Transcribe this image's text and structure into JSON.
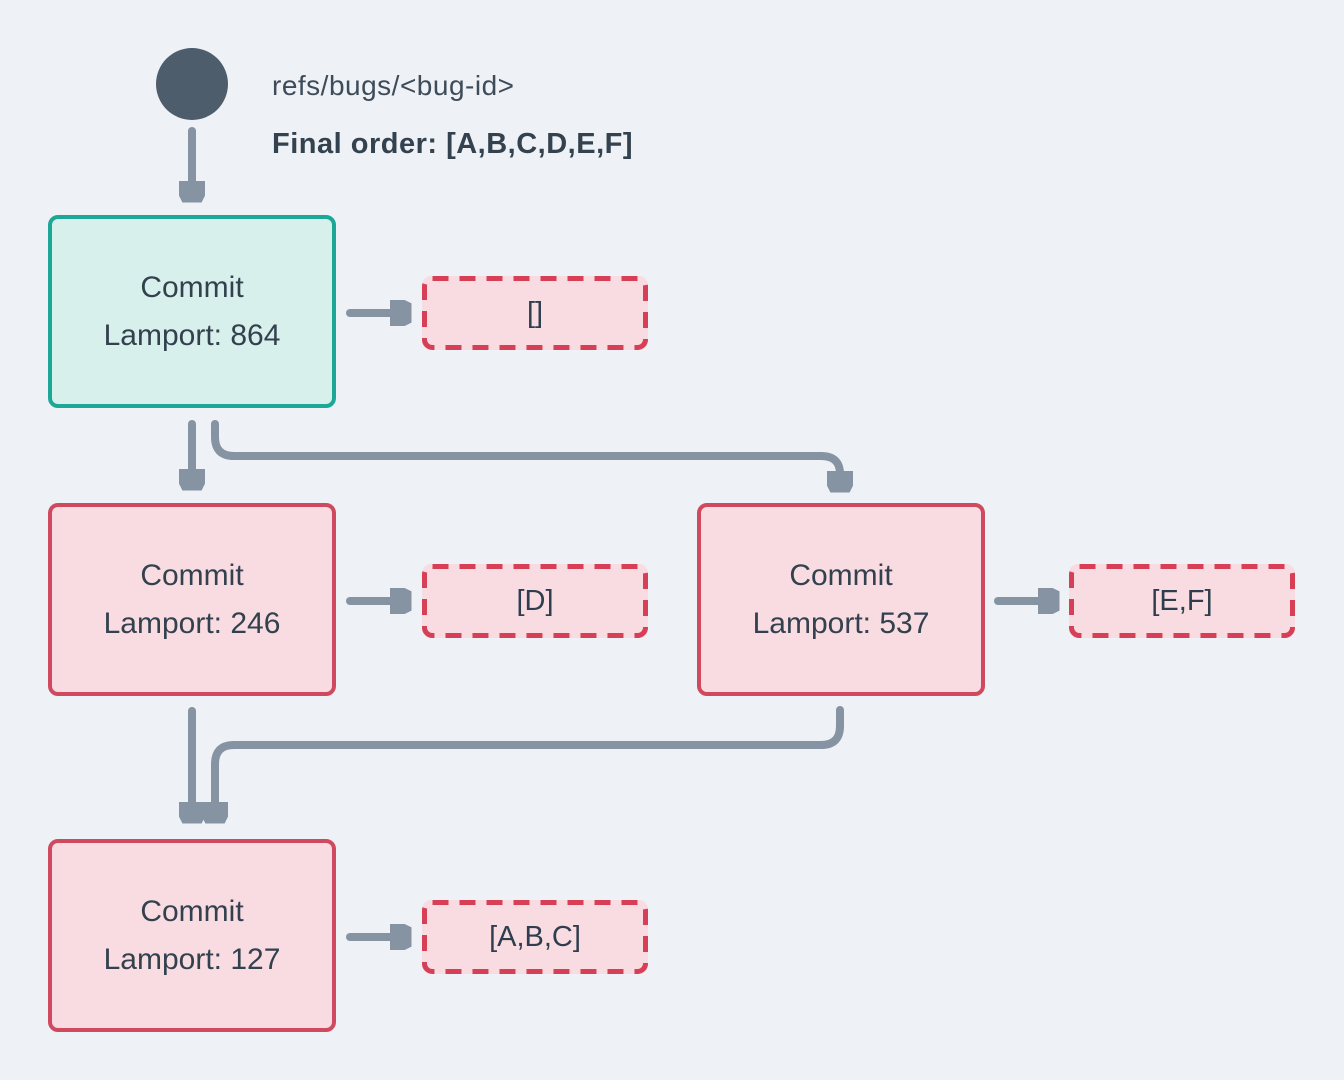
{
  "ref": {
    "label": "refs/bugs/<bug-id>",
    "final_order": "Final order: [A,B,C,D,E,F]"
  },
  "commits": [
    {
      "title": "Commit",
      "lamport": "Lamport: 864",
      "operations": "[]"
    },
    {
      "title": "Commit",
      "lamport": "Lamport: 246",
      "operations": "[D]"
    },
    {
      "title": "Commit",
      "lamport": "Lamport: 537",
      "operations": "[E,F]"
    },
    {
      "title": "Commit",
      "lamport": "Lamport: 127",
      "operations": "[A,B,C]"
    }
  ],
  "colors": {
    "background": "#eef1f5",
    "ref_dot": "#4d5d6b",
    "head_commit_border": "#1ca897",
    "head_commit_fill": "#d8f0ec",
    "commit_border": "#d04a5f",
    "commit_fill": "#f8dce1",
    "operations_border": "#d63f56",
    "operations_fill": "#f8dce1",
    "arrow": "#8593a2",
    "text": "#33414e"
  }
}
